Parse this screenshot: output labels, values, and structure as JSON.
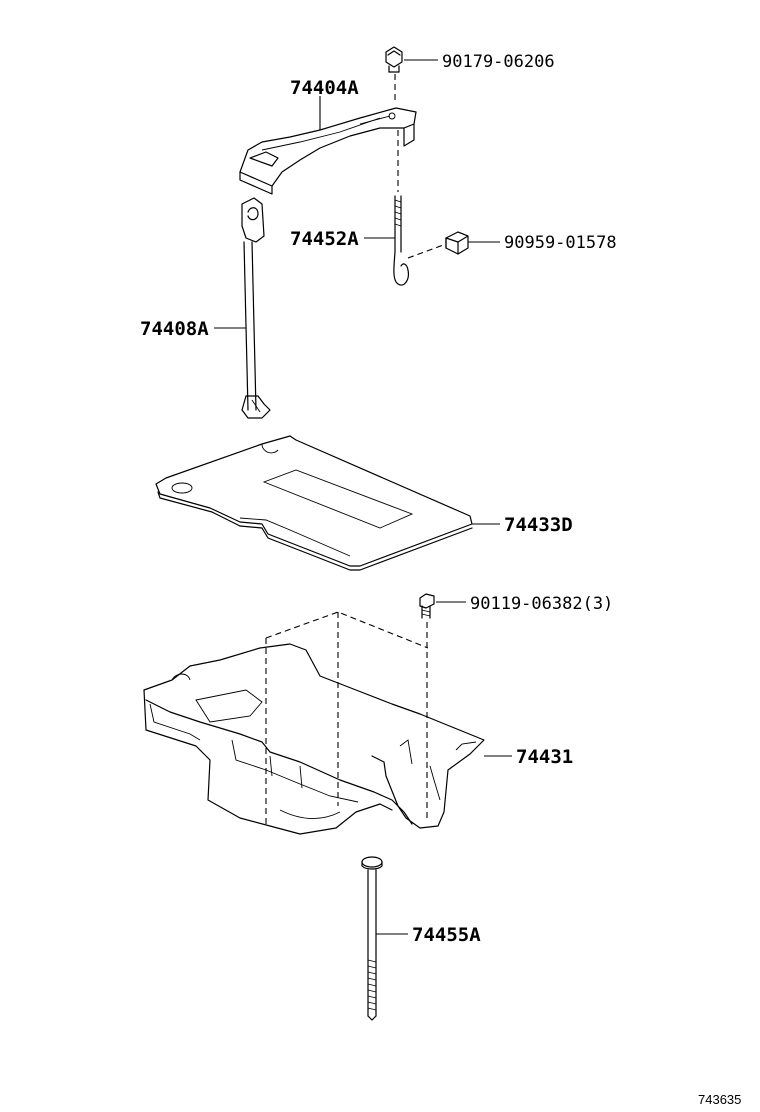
{
  "parts": [
    {
      "id": "p1",
      "number": "90179-06206"
    },
    {
      "id": "p2",
      "number": "74404A"
    },
    {
      "id": "p3",
      "number": "74452A"
    },
    {
      "id": "p4",
      "number": "90959-01578"
    },
    {
      "id": "p5",
      "number": "74408A"
    },
    {
      "id": "p6",
      "number": "74433D"
    },
    {
      "id": "p7",
      "number": "90119-06382(3)"
    },
    {
      "id": "p8",
      "number": "74431"
    },
    {
      "id": "p9",
      "number": "74455A"
    }
  ],
  "diagram_ref": "743635"
}
